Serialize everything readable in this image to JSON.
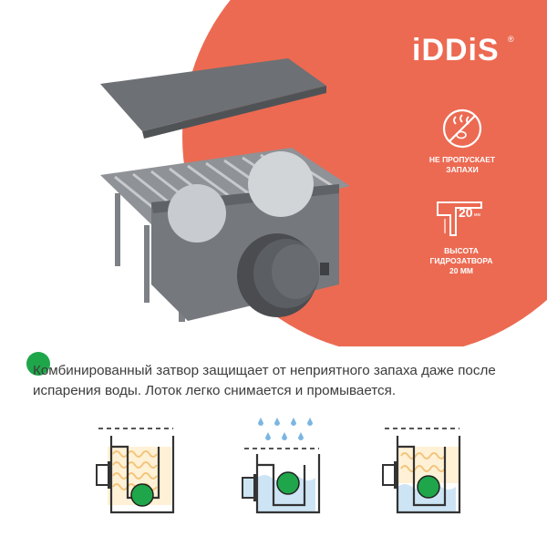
{
  "brand": {
    "logo": "iDDiS",
    "reg": "®"
  },
  "badges": [
    {
      "icon": "no-smell-icon",
      "label_line1": "НЕ ПРОПУСКАЕТ",
      "label_line2": "ЗАПАХИ"
    },
    {
      "icon": "water-seal-height-icon",
      "value": "20",
      "unit": "мм",
      "label_line1": "ВЫСОТА",
      "label_line2": "ГИДРОЗАТВОРА",
      "label_line3": "20 ММ"
    }
  ],
  "description": "Комбинированный затвор защищает от неприятного запаха даже после испарения воды. Лоток легко снимается и промывается.",
  "diagrams": [
    {
      "name": "dry-state",
      "water_drops": false,
      "water": false
    },
    {
      "name": "filling-state",
      "water_drops": true,
      "water": true
    },
    {
      "name": "evaporated-state",
      "water_drops": false,
      "water": true
    }
  ],
  "colors": {
    "accent": "#ec6a52",
    "ball": "#1fa64a",
    "water": "#cde4f5",
    "drops": "#7bb6e3",
    "wave": "#f3c47b"
  }
}
